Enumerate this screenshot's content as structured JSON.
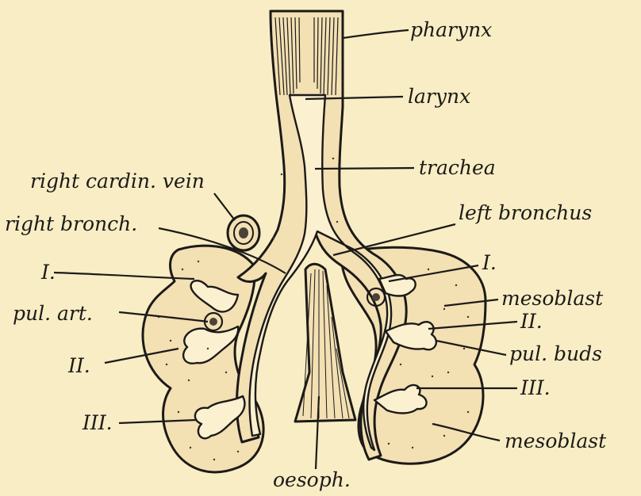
{
  "labels": {
    "pharynx": "pharynx",
    "larynx": "larynx",
    "trachea": "trachea",
    "right_cardin_vein": "right cardin. vein",
    "right_bronch": "right bronch.",
    "left_bronchus": "left bronchus",
    "right_I": "I.",
    "left_I": "I.",
    "mesoblast_upper": "mesoblast",
    "pul_art": "pul. art.",
    "left_II": "II.",
    "right_II": "II.",
    "pul_buds": "pul. buds",
    "left_III": "III.",
    "right_III": "III.",
    "mesoblast_lower": "mesoblast",
    "oesoph": "oesoph."
  },
  "colors": {
    "paper": "#f8edc4",
    "ink": "#1c1a18",
    "tissue": "#f3e0b3"
  }
}
